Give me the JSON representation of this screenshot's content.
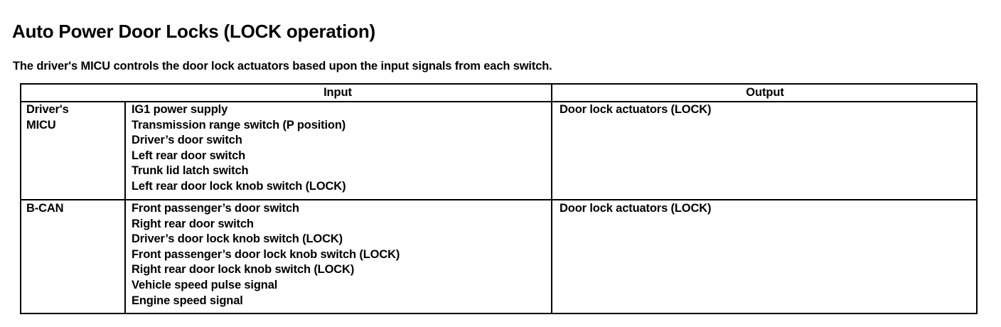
{
  "document": {
    "title": "Auto Power Door Locks (LOCK operation)",
    "subtitle": "The driver's MICU controls the door lock actuators based upon the input signals from each switch."
  },
  "table": {
    "headers": {
      "corner": "",
      "input": "Input",
      "output": "Output"
    },
    "rows": [
      {
        "module": "Driver's\nMICU",
        "module_lines": [
          "Driver's",
          "MICU"
        ],
        "inputs": [
          "IG1 power supply",
          "Transmission range switch (P position)",
          "Driver’s door switch",
          "Left rear door switch",
          "Trunk lid latch switch",
          "Left rear door lock knob switch (LOCK)"
        ],
        "outputs": [
          "Door lock actuators (LOCK)"
        ]
      },
      {
        "module": "B-CAN",
        "module_lines": [
          "B-CAN"
        ],
        "inputs": [
          "Front passenger’s door switch",
          "Right rear door switch",
          "Driver’s door lock knob switch (LOCK)",
          "Front passenger’s door lock knob switch (LOCK)",
          "Right rear door lock knob switch (LOCK)",
          "Vehicle speed pulse signal",
          "Engine speed signal"
        ],
        "outputs": [
          "Door lock actuators (LOCK)"
        ]
      }
    ]
  },
  "colors": {
    "background": "#ffffff",
    "text": "#000000",
    "rule": "#000000"
  }
}
